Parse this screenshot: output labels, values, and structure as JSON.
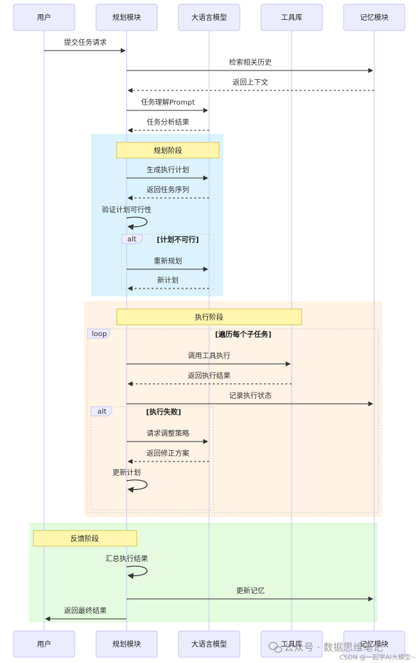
{
  "participants": [
    "用户",
    "规划模块",
    "大语言模型",
    "工具库",
    "记忆模块"
  ],
  "colors": {
    "actor_fill": "#ECECFF",
    "actor_stroke": "#C8C8F0",
    "lifeline": "#C9C9EE",
    "arrow": "#333333",
    "note_fill": "#FFF5AD",
    "note_stroke": "#D8C655",
    "planning_bg": "#DCF3FE",
    "execution_bg": "#FEF3E4",
    "feedback_bg": "#E4FBE0"
  },
  "phases": {
    "planning": "规划阶段",
    "execution": "执行阶段",
    "feedback": "反馈阶段"
  },
  "frames": {
    "alt1": {
      "label": "alt",
      "condition": "[计划不可行]"
    },
    "loop": {
      "label": "loop",
      "condition": "[遍历每个子任务]"
    },
    "alt2": {
      "label": "alt",
      "condition": "[执行失败]"
    }
  },
  "messages": [
    {
      "from": 0,
      "to": 1,
      "text": "提交任务请求",
      "style": "solid"
    },
    {
      "from": 1,
      "to": 4,
      "text": "检索相关历史",
      "style": "solid"
    },
    {
      "from": 4,
      "to": 1,
      "text": "返回上下文",
      "style": "dashed"
    },
    {
      "from": 1,
      "to": 2,
      "text": "任务理解Prompt",
      "style": "solid"
    },
    {
      "from": 2,
      "to": 1,
      "text": "任务分析结果",
      "style": "dashed"
    },
    {
      "from": 1,
      "to": 2,
      "text": "生成执行计划",
      "style": "solid"
    },
    {
      "from": 2,
      "to": 1,
      "text": "返回任务序列",
      "style": "dashed"
    },
    {
      "from": 1,
      "to": 1,
      "text": "验证计划可行性",
      "style": "self"
    },
    {
      "from": 1,
      "to": 2,
      "text": "重新规划",
      "style": "solid"
    },
    {
      "from": 2,
      "to": 1,
      "text": "新计划",
      "style": "dashed"
    },
    {
      "from": 1,
      "to": 3,
      "text": "调用工具执行",
      "style": "solid"
    },
    {
      "from": 3,
      "to": 1,
      "text": "返回执行结果",
      "style": "dashed"
    },
    {
      "from": 1,
      "to": 4,
      "text": "记录执行状态",
      "style": "solid"
    },
    {
      "from": 1,
      "to": 2,
      "text": "请求调整策略",
      "style": "solid"
    },
    {
      "from": 2,
      "to": 1,
      "text": "返回修正方案",
      "style": "dashed"
    },
    {
      "from": 1,
      "to": 1,
      "text": "更新计划",
      "style": "self"
    },
    {
      "from": 1,
      "to": 1,
      "text": "汇总执行结果",
      "style": "self"
    },
    {
      "from": 1,
      "to": 4,
      "text": "更新记忆",
      "style": "solid"
    },
    {
      "from": 1,
      "to": 0,
      "text": "返回最终结果",
      "style": "solid"
    }
  ],
  "watermark": {
    "line1": "公众号 · 数据思维笔记",
    "line2": "CSDN @一起学AI大模型~"
  }
}
